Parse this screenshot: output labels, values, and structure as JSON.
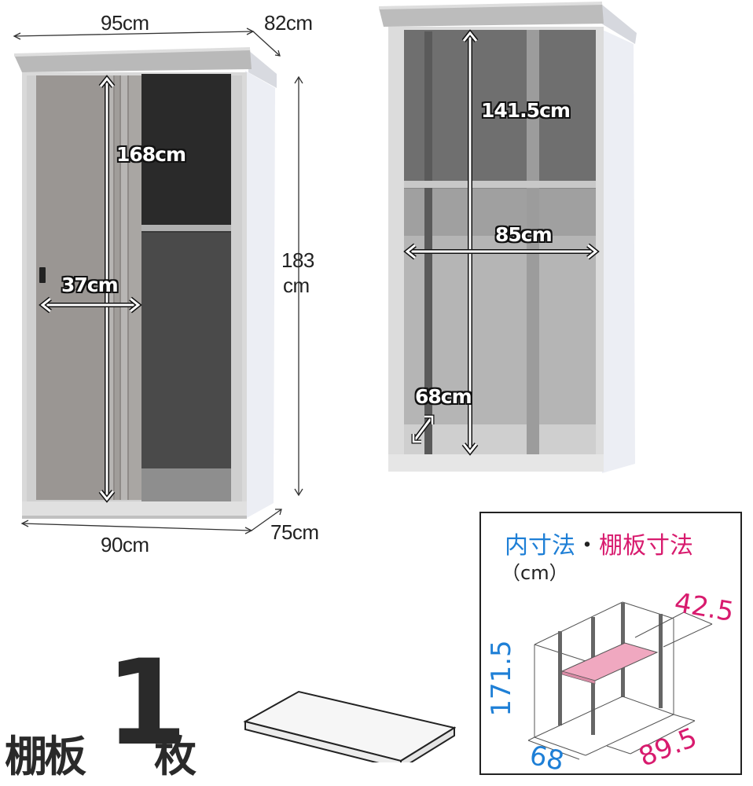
{
  "colors": {
    "inner_dimension_blue": "#1e7fd6",
    "shelf_dimension_pink": "#d81b6e",
    "shelf_fill_pink": "#f0a8c0",
    "text_dark": "#2a2a2a"
  },
  "left_shed": {
    "outer_width": "95cm",
    "outer_depth": "82cm",
    "height_value": "183",
    "height_unit": "cm",
    "base_width": "90cm",
    "base_depth": "75cm",
    "door_opening_height": "168cm",
    "door_opening_width": "37cm"
  },
  "right_shed": {
    "interior_height": "141.5cm",
    "interior_width": "85cm",
    "interior_depth": "68cm"
  },
  "legend": {
    "title_inner": "内寸法",
    "separator": "・",
    "title_shelf": "棚板寸法",
    "unit": "（cm）",
    "height": "171.5",
    "depth": "68",
    "width": "89.5",
    "shelf_depth": "42.5"
  },
  "shelf_count": {
    "label": "棚板",
    "count": "1",
    "unit": "枚"
  }
}
